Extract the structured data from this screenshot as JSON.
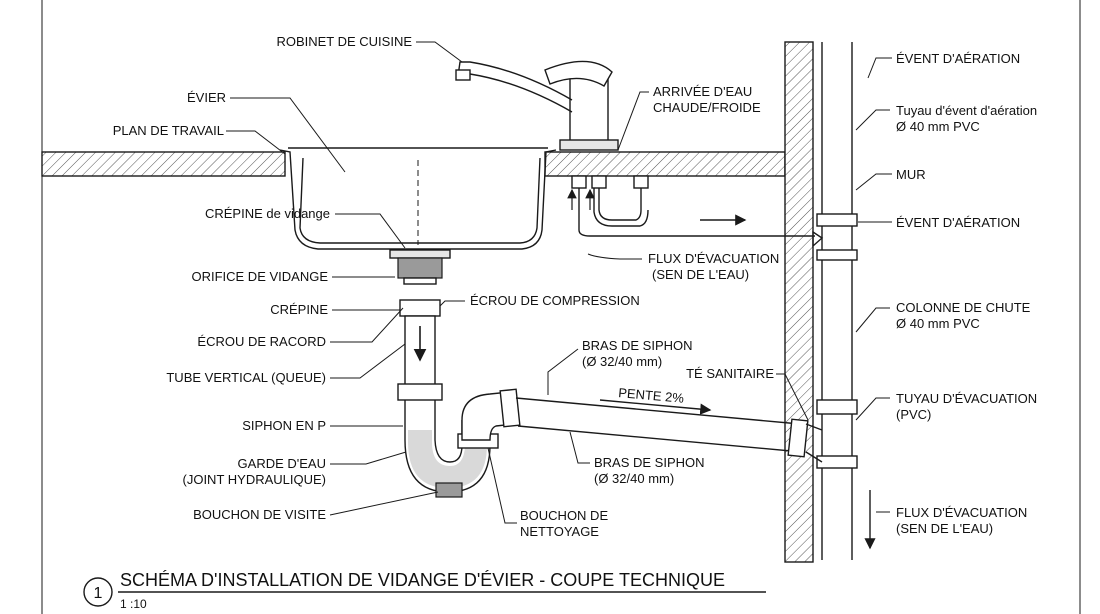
{
  "labels": {
    "robinet": "ROBINET DE CUISINE",
    "evier": "ÉVIER",
    "plan_travail": "PLAN DE TRAVAIL",
    "crepine_vidange": "CRÉPINE de vidange",
    "orifice": "ORIFICE DE VIDANGE",
    "crepine": "CRÉPINE",
    "ecrou_racord": "ÉCROU DE RACORD",
    "tube_vertical": "TUBE VERTICAL (QUEUE)",
    "siphon_p": "SIPHON EN P",
    "garde_eau_1": "GARDE D'EAU",
    "garde_eau_2": "(JOINT HYDRAULIQUE)",
    "bouchon_visite": "BOUCHON DE VISITE",
    "ecrou_compression": "ÉCROU DE COMPRESSION",
    "arrivee_1": "ARRIVÉE D'EAU",
    "arrivee_2": "CHAUDE/FROIDE",
    "flux_1a": "FLUX D'ÉVACUATION",
    "flux_1b": "(SEN DE L'EAU)",
    "bras_siphon_top_1": "BRAS DE SIPHON",
    "bras_siphon_top_2": "(Ø 32/40 mm)",
    "te_sanitaire": "TÉ SANITAIRE",
    "pente": "PENTE 2%",
    "bras_siphon_bot_1": "BRAS DE SIPHON",
    "bras_siphon_bot_2": "(Ø 32/40 mm)",
    "bouchon_nettoyage_1": "BOUCHON DE",
    "bouchon_nettoyage_2": "NETTOYAGE",
    "event_top": "ÉVENT D'AÉRATION",
    "tuyau_event_1": "Tuyau d'évent d'aération",
    "tuyau_event_2": "Ø 40 mm PVC",
    "mur": "MUR",
    "event_mid": "ÉVENT D'AÉRATION",
    "colonne_1": "COLONNE DE CHUTE",
    "colonne_2": "Ø 40 mm PVC",
    "tuyau_evac_1": "TUYAU D'ÉVACUATION",
    "tuyau_evac_2": "(PVC)",
    "flux_2a": "FLUX D'ÉVACUATION",
    "flux_2b": "(SEN DE L'EAU)"
  },
  "title_block": {
    "number": "1",
    "title": "SCHÉMA D'INSTALLATION DE VIDANGE D'ÉVIER - COUPE TECHNIQUE",
    "scale": "1 :10"
  }
}
